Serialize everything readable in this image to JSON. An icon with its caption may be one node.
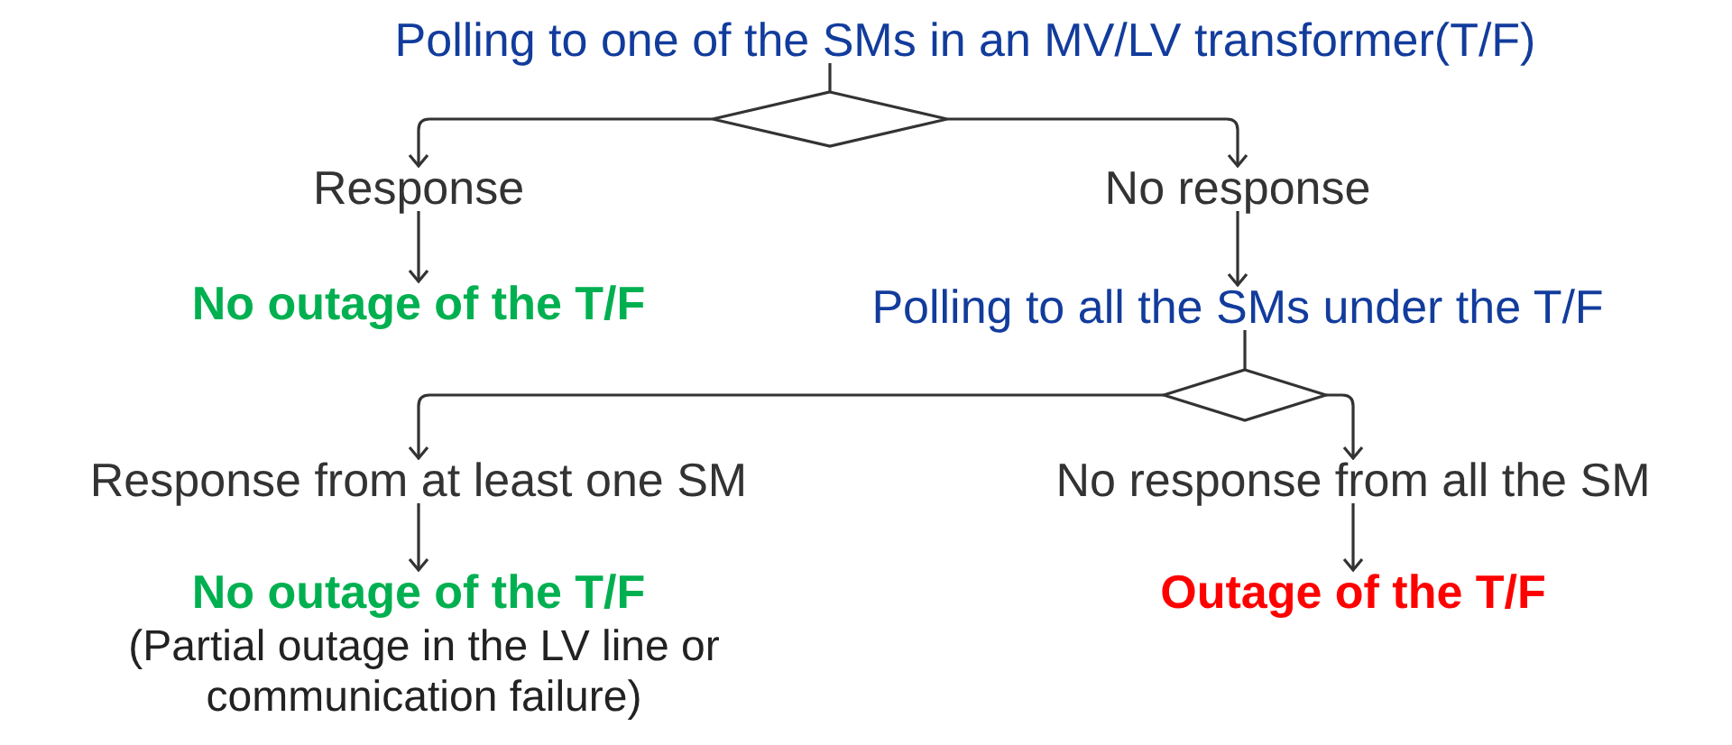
{
  "diagram": {
    "nodes": [
      {
        "text": [
          "Polling to one of the SMs in an MV/LV transformer(T/F)"
        ]
      },
      {
        "text": [],
        "shape": "diamond"
      },
      {
        "text": [
          "Response"
        ]
      },
      {
        "text": [
          "No response"
        ]
      },
      {
        "text": [
          "No outage of the T/F"
        ]
      },
      {
        "text": [
          "Polling to all the SMs under the T/F"
        ]
      },
      {
        "text": [],
        "shape": "diamond"
      },
      {
        "text": [
          "Response from at least one SM"
        ]
      },
      {
        "text": [
          "No response from all the SM"
        ]
      },
      {
        "text": [
          "No outage of the T/F"
        ],
        "beside": [
          "(Partial outage in the LV line or communication failure)"
        ]
      },
      {
        "text": [
          "Outage of the T/F"
        ]
      }
    ],
    "edges": [
      {
        "from": 0,
        "to": 1,
        "arrow": "none"
      },
      {
        "from": 1,
        "to": 2,
        "arrow": "to"
      },
      {
        "from": 1,
        "to": 3,
        "arrow": "to"
      },
      {
        "from": 2,
        "to": 4,
        "arrow": "to"
      },
      {
        "from": 3,
        "to": 5,
        "arrow": "to"
      },
      {
        "from": 5,
        "to": 6,
        "arrow": "none"
      },
      {
        "from": 6,
        "to": 7,
        "arrow": "to"
      },
      {
        "from": 6,
        "to": 8,
        "arrow": "to"
      },
      {
        "from": 7,
        "to": 9,
        "arrow": "to"
      },
      {
        "from": 8,
        "to": 10,
        "arrow": "to"
      }
    ]
  }
}
